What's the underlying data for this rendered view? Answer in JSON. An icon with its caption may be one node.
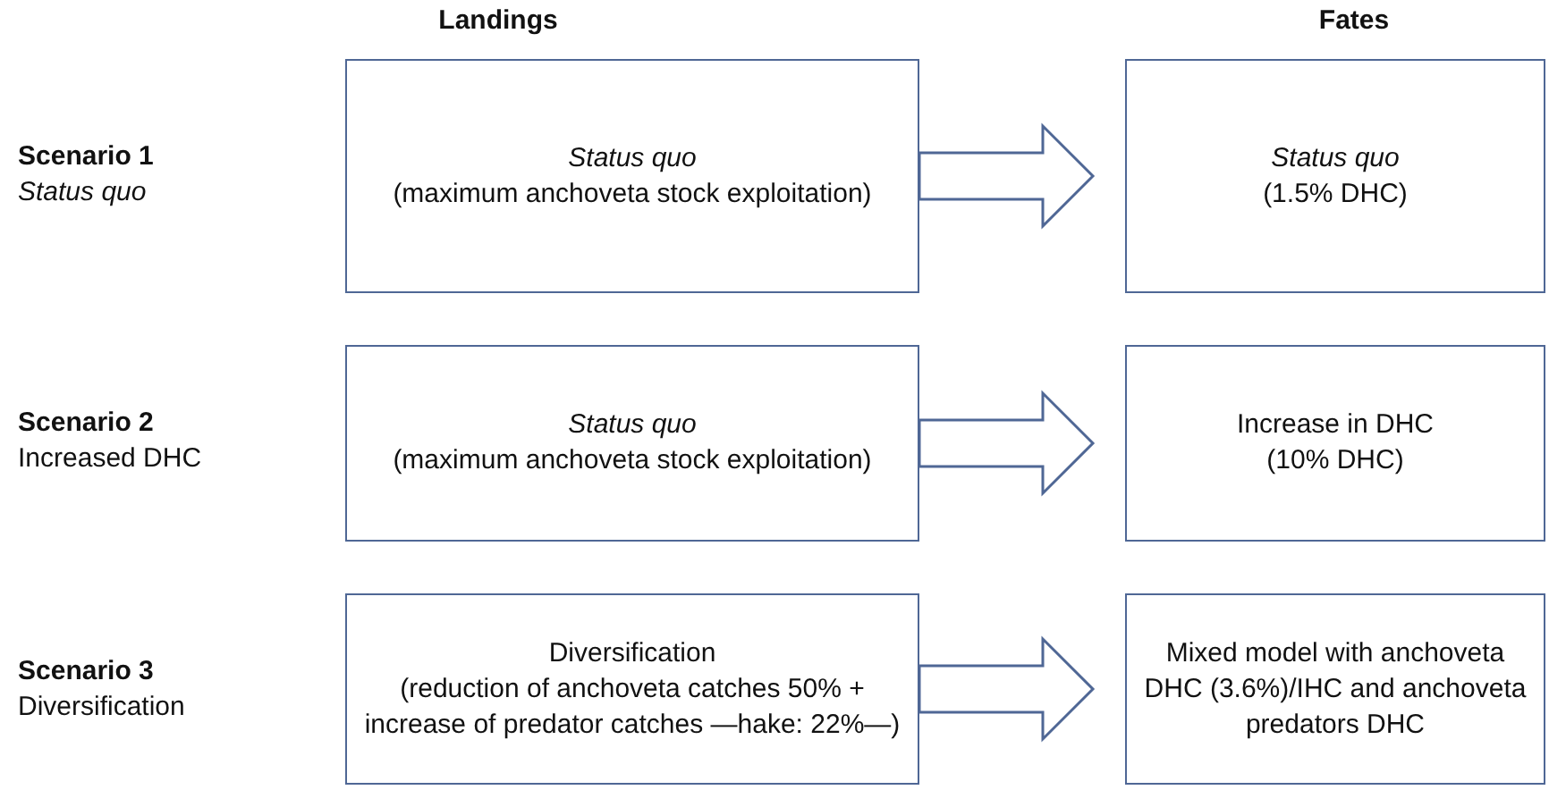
{
  "diagram": {
    "nodes": [
      {
        "text": [
          "Status quo",
          "(maximum anchoveta stock exploitation)"
        ]
      },
      {
        "text": [
          "Status quo",
          "(1.5% DHC)"
        ]
      },
      {
        "text": [
          "Status quo",
          "(maximum anchoveta stock exploitation)"
        ]
      },
      {
        "text": [
          "Increase in DHC",
          "(10% DHC)"
        ]
      },
      {
        "text": [
          "Diversification",
          "(reduction of anchoveta catches 50% + increase of predator catches —hake: 22%—)"
        ]
      },
      {
        "text": [
          "Mixed model with anchoveta DHC (3.6%)/IHC and anchoveta predators DHC"
        ]
      }
    ],
    "edges": [
      {
        "from": 0,
        "to": 1,
        "arrow": "to"
      },
      {
        "from": 2,
        "to": 3,
        "arrow": "to"
      },
      {
        "from": 4,
        "to": 5,
        "arrow": "to"
      }
    ],
    "labels": [
      "Landings",
      "Fates",
      "Scenario 1",
      "Status quo",
      "Scenario 2",
      "Increased DHC",
      "Scenario 3",
      "Diversification"
    ]
  }
}
